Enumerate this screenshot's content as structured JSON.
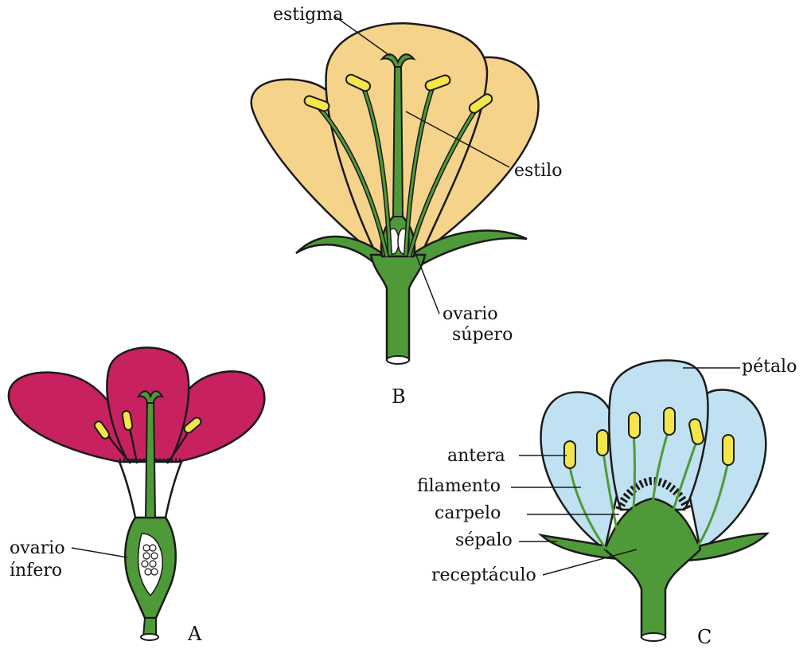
{
  "colors": {
    "petal_a": "#c8215f",
    "petal_b": "#f6d38a",
    "petal_c": "#bfe1f1",
    "green": "#4f9a38",
    "anther": "#f4e64a",
    "outline": "#1a1a1a"
  },
  "figure_a": {
    "letter": "A",
    "ovary_label_1": "ovario",
    "ovary_label_2": "ínfero"
  },
  "figure_b": {
    "letter": "B",
    "stigma_label": "estigma",
    "style_label": "estilo",
    "ovary_label_1": "ovario",
    "ovary_label_2": "súpero"
  },
  "figure_c": {
    "letter": "C",
    "petal_label": "pétalo",
    "anther_label": "antera",
    "filament_label": "filamento",
    "carpel_label": "carpelo",
    "sepal_label": "sépalo",
    "receptacle_label": "receptáculo"
  }
}
